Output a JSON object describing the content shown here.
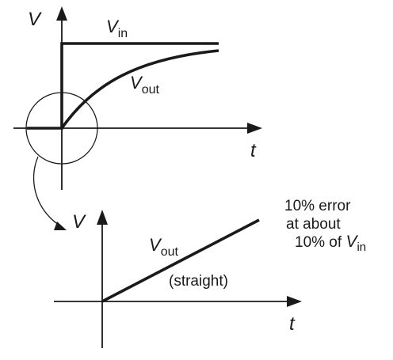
{
  "top_plot": {
    "y_axis_label": "V",
    "x_axis_label": "t",
    "vin_label": {
      "main": "V",
      "sub": "in"
    },
    "vout_label": {
      "main": "V",
      "sub": "out"
    }
  },
  "bottom_plot": {
    "y_axis_label": "V",
    "x_axis_label": "t",
    "vout_label": {
      "main": "V",
      "sub": "out"
    },
    "straight_note": "(straight)"
  },
  "annotation": {
    "line1": "10% error",
    "line2": "at about",
    "line3_prefix": "10% of ",
    "line3_var": {
      "main": "V",
      "sub": "in"
    }
  }
}
